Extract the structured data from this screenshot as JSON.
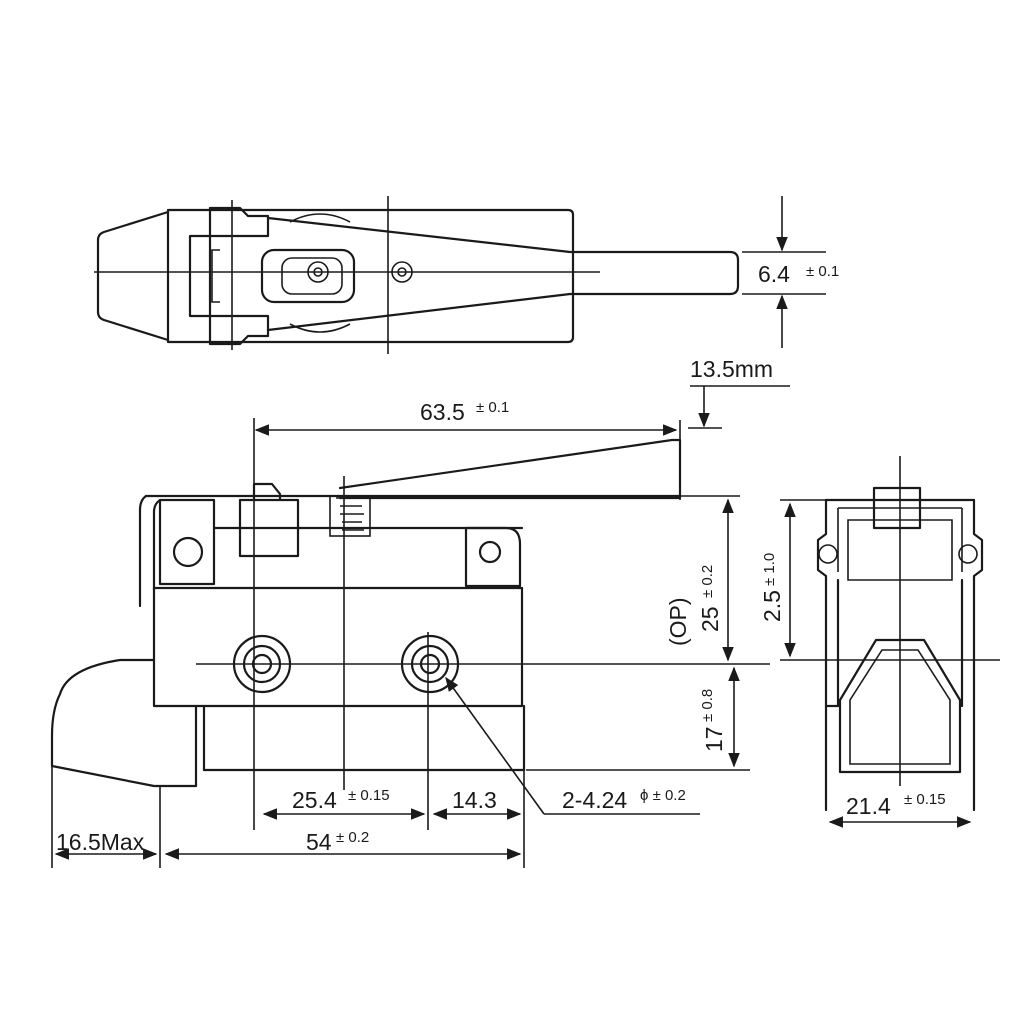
{
  "dimensions": {
    "width_top": {
      "value": "6.4",
      "tol": "± 0.1"
    },
    "actuator_offset": {
      "value": "13.5mm"
    },
    "lever_length": {
      "value": "63.5",
      "tol": "± 0.1"
    },
    "op_label": {
      "value": "(OP)"
    },
    "op_height": {
      "value": "25",
      "tol": "± 0.2"
    },
    "lower_height": {
      "value": "17",
      "tol": "± 0.8"
    },
    "hole_spacing": {
      "value": "25.4",
      "tol": "± 0.15"
    },
    "hole_to_edge": {
      "value": "14.3"
    },
    "mount_holes": {
      "value": "2-4.24",
      "tol": "ϕ ± 0.2"
    },
    "body_length": {
      "value": "54",
      "tol": "± 0.2"
    },
    "plunger_max": {
      "value": "16.5Max"
    },
    "side_height": {
      "value": "2.5",
      "tol": "± 1.0"
    },
    "side_width": {
      "value": "21.4",
      "tol": "± 0.15"
    }
  }
}
